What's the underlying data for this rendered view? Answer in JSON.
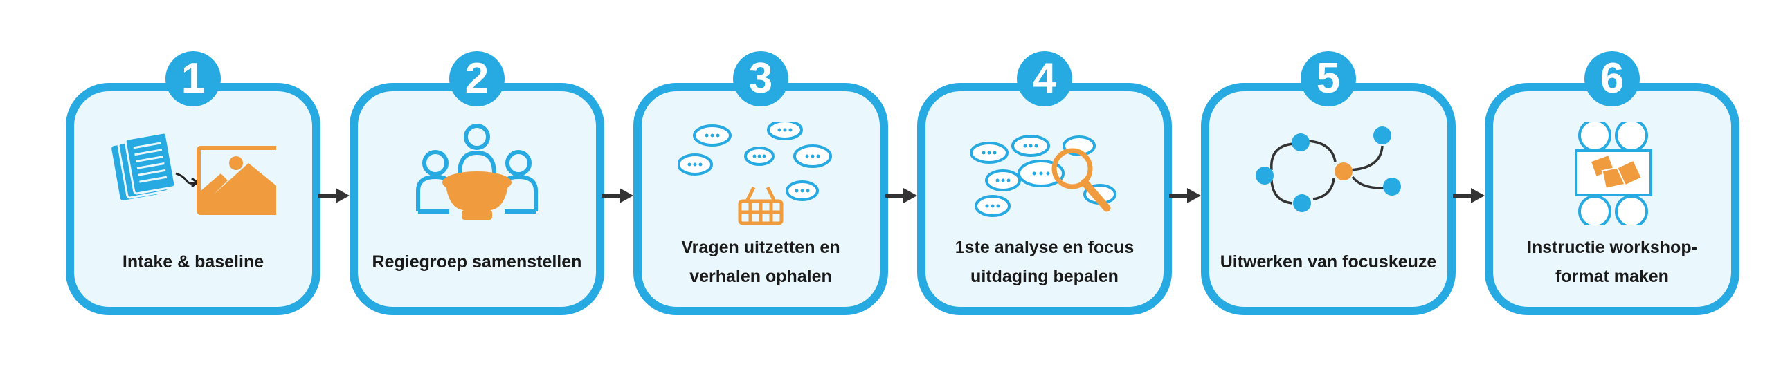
{
  "colors": {
    "accent": "#27a9e1",
    "orange": "#f09c3e",
    "fill": "#eaf8fd",
    "text": "#1a1a1a"
  },
  "steps": [
    {
      "number": "1",
      "label": "Intake & baseline",
      "icon": "documents-to-image-icon"
    },
    {
      "number": "2",
      "label": "Regiegroep samenstellen",
      "icon": "meeting-group-icon"
    },
    {
      "number": "3",
      "label": "Vragen uitzetten en verhalen ophalen",
      "icon": "speech-bubbles-basket-icon"
    },
    {
      "number": "4",
      "label": "1ste analyse en focus uitdaging bepalen",
      "icon": "speech-bubbles-magnifier-icon"
    },
    {
      "number": "5",
      "label": "Uitwerken van focuskeuze",
      "icon": "network-focus-icon"
    },
    {
      "number": "6",
      "label": "Instructie workshop-format maken",
      "icon": "workshop-table-icon"
    }
  ]
}
